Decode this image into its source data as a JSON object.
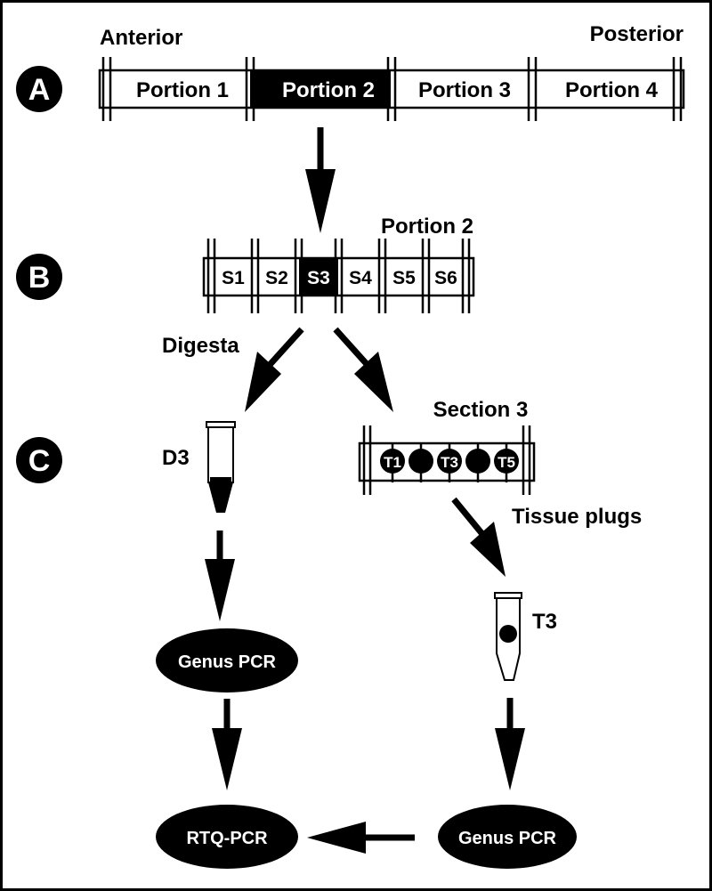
{
  "labels": {
    "anterior": "Anterior",
    "posterior": "Posterior",
    "digesta": "Digesta",
    "section3": "Section 3",
    "tissue_plugs": "Tissue plugs",
    "d3": "D3",
    "t3": "T3",
    "portion2_title": "Portion 2"
  },
  "steps": {
    "a": "A",
    "b": "B",
    "c": "C"
  },
  "portions": [
    "Portion 1",
    "Portion 2",
    "Portion 3",
    "Portion 4"
  ],
  "segments": [
    "S1",
    "S2",
    "S3",
    "S4",
    "S5",
    "S6"
  ],
  "plugs": [
    "T1",
    "",
    "T3",
    "",
    "T5"
  ],
  "pcr": {
    "genus_left": "Genus PCR",
    "genus_right": "Genus PCR",
    "rtq": "RTQ-PCR"
  },
  "colors": {
    "ink": "#000000",
    "paper": "#ffffff"
  }
}
